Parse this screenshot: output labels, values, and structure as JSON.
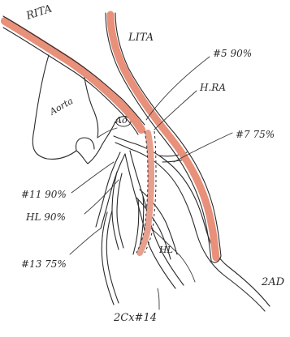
{
  "labels": {
    "rita": "RITA",
    "lita": "LITA",
    "aorta": "Aorta",
    "ao_mark": "Ao",
    "seg5": "#5 90%",
    "hra": "H.RA",
    "seg7": "#7 75%",
    "seg11": "#11 90%",
    "hl_left": "HL 90%",
    "seg13": "#13 75%",
    "hl_bottom": "HL",
    "lad": "2AD",
    "lcx": "2Cx#14"
  },
  "colors": {
    "graft": "#e8907a",
    "graft_dark": "#d4715c",
    "ink": "#2a2a2a"
  }
}
